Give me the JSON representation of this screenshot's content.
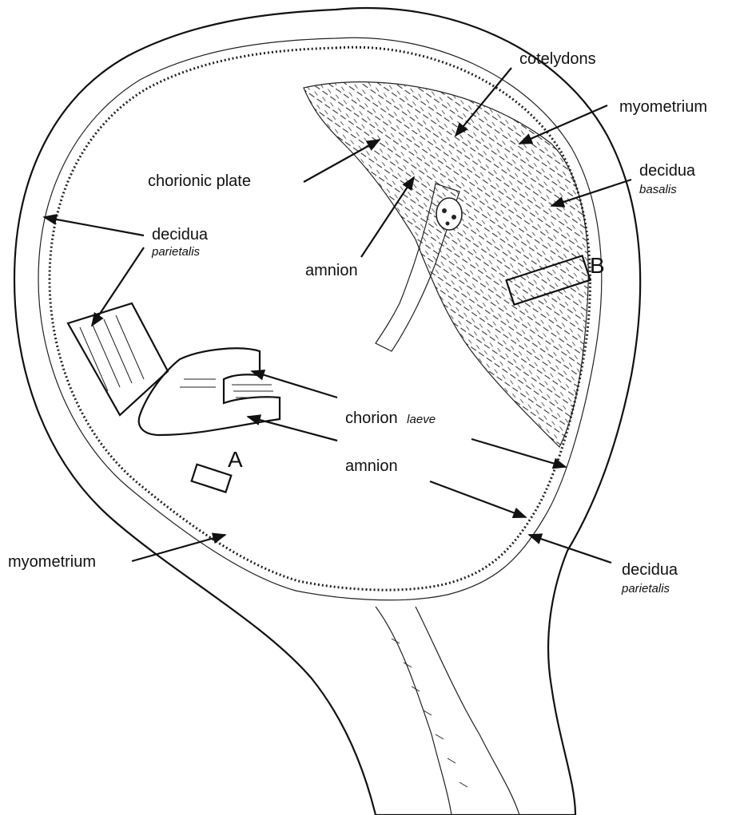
{
  "labels": {
    "cotelydons": "cotelydons",
    "myometrium_top": "myometrium",
    "chorionic_plate": "chorionic plate",
    "decidua_basalis": "decidua",
    "decidua_basalis_sub": "basalis",
    "decidua_parietalis_left": "decidua",
    "decidua_parietalis_left_sub": "parietalis",
    "amnion_upper": "amnion",
    "chorion": "chorion",
    "chorion_sub": "laeve",
    "amnion_lower": "amnion",
    "myometrium_bottom": "myometrium",
    "decidua_parietalis_right": "decidua",
    "decidua_parietalis_right_sub": "parietalis",
    "marker_a": "A",
    "marker_b": "B"
  }
}
